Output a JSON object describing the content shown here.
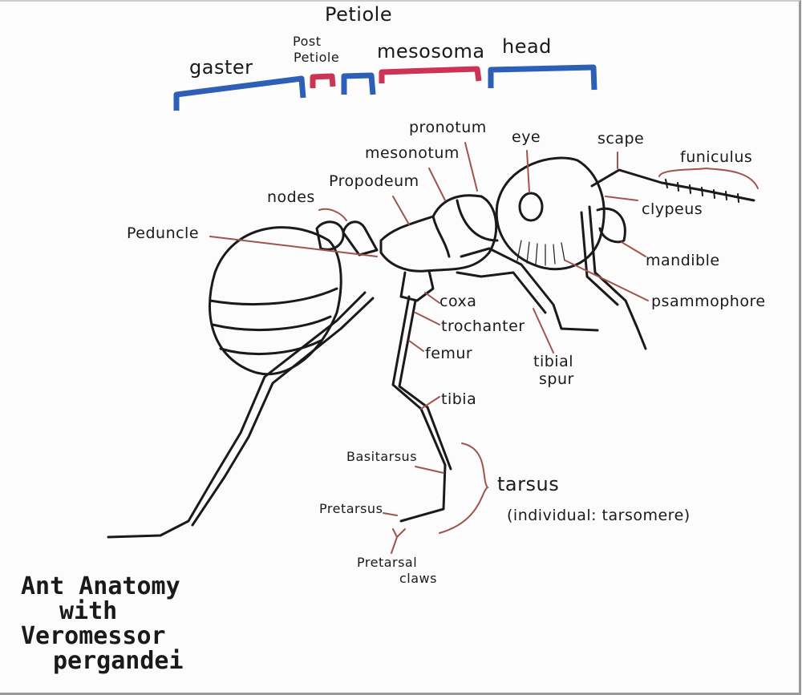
{
  "title": {
    "line1": "Ant Anatomy",
    "line2": "with",
    "line3": "Veromessor",
    "line4": "pergandei"
  },
  "segments": {
    "petiole": "Petiole",
    "post_petiole_1": "Post",
    "post_petiole_2": "Petiole",
    "gaster": "gaster",
    "mesosoma": "mesosoma",
    "head": "head"
  },
  "labels": {
    "pronotum": "pronotum",
    "mesonotum": "mesonotum",
    "eye": "eye",
    "scape": "scape",
    "funiculus": "funiculus",
    "propodeum": "Propodeum",
    "nodes": "nodes",
    "clypeus": "clypeus",
    "peduncle": "Peduncle",
    "mandible": "mandible",
    "psammophore": "psammophore",
    "coxa": "coxa",
    "trochanter": "trochanter",
    "femur": "femur",
    "tibial_spur_1": "tibial",
    "tibial_spur_2": "spur",
    "tibia": "tibia",
    "basitarsus": "Basitarsus",
    "tarsus": "tarsus",
    "tarsomere": "(individual: tarsomere)",
    "pretarsus": "Pretarsus",
    "pretarsal_claws_1": "Pretarsal",
    "pretarsal_claws_2": "claws"
  },
  "colors": {
    "blue_bracket": "#2d5fb8",
    "red_bracket": "#cc3355",
    "leader": "#a0544c",
    "ink": "#1a1a1a"
  }
}
